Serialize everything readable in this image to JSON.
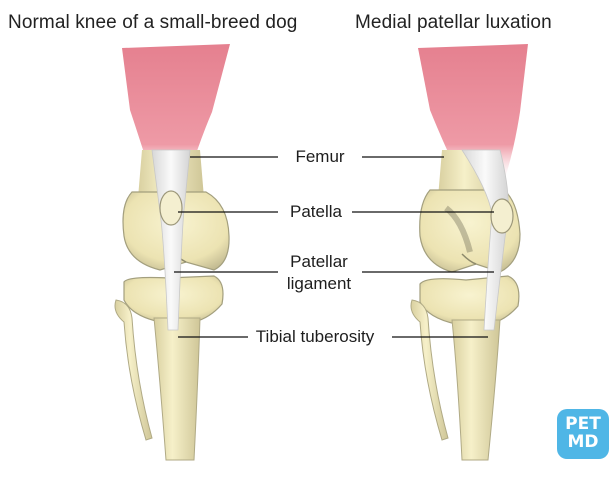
{
  "titles": {
    "left": "Normal knee of a small-breed dog",
    "right": "Medial patellar luxation"
  },
  "labels": {
    "femur": "Femur",
    "patella": "Patella",
    "ligament_line1": "Patellar",
    "ligament_line2": "ligament",
    "tibial": "Tibial tuberosity"
  },
  "logo": {
    "line1": "PET",
    "line2": "MD",
    "color": "#4fb6e6"
  },
  "colors": {
    "muscle": "#e27e8c",
    "bone": "#f2ebbd",
    "bone_shadow": "#a39f7e",
    "ligament": "#f2f2f2",
    "leader": "#111111"
  }
}
